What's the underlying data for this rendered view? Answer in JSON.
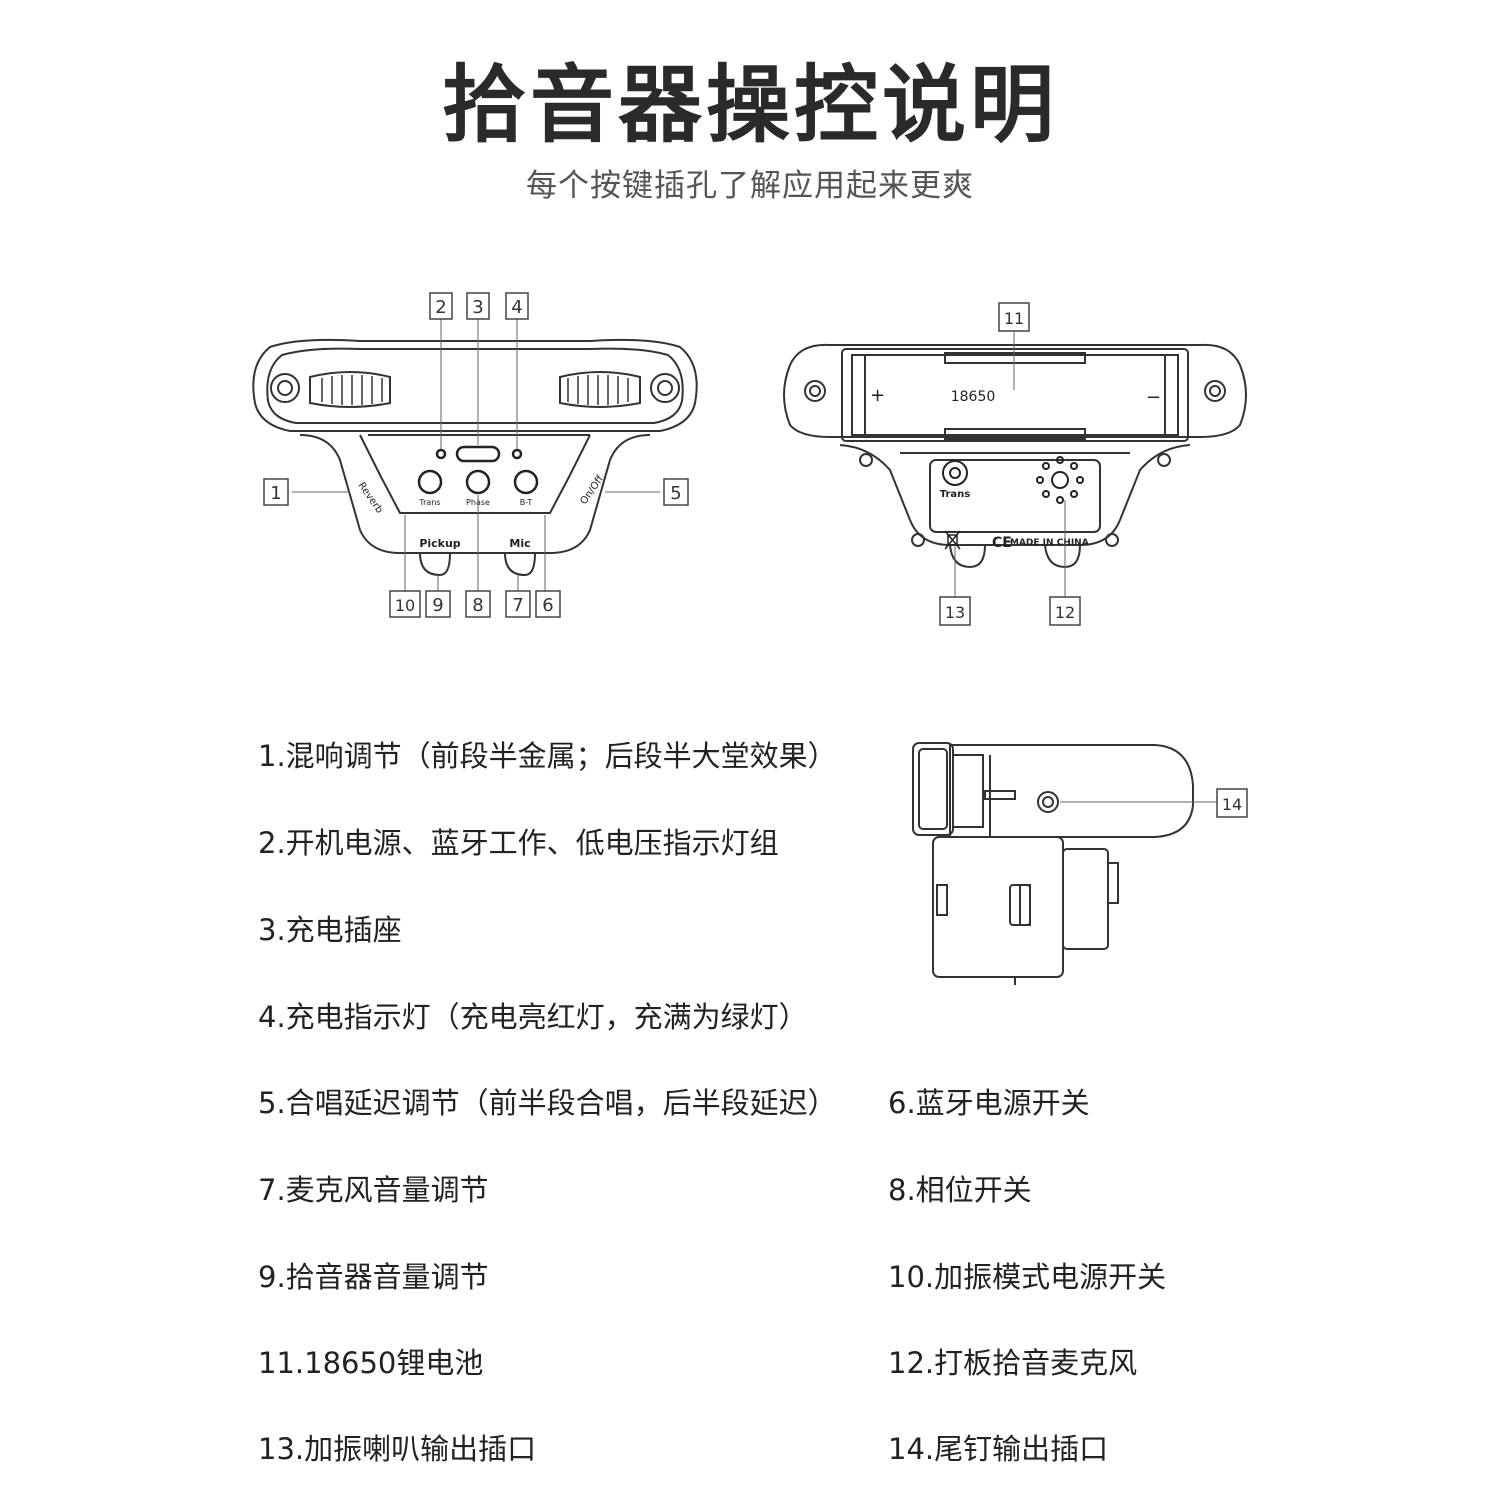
{
  "header": {
    "title": "拾音器操控说明",
    "subtitle": "每个按键插孔了解应用起来更爽"
  },
  "front_view": {
    "callouts": [
      "1",
      "2",
      "3",
      "4",
      "5",
      "6",
      "7",
      "8",
      "9",
      "10"
    ],
    "labels": {
      "reverb": "Reverb",
      "onoff": "On/Off",
      "trans": "Trans",
      "phase": "Phase",
      "bt": "B-T",
      "pickup": "Pickup",
      "mic": "Mic"
    }
  },
  "back_view": {
    "callouts": [
      "11",
      "12",
      "13"
    ],
    "labels": {
      "battery": "18650",
      "plus": "+",
      "minus": "−",
      "trans": "Trans",
      "made_in": "MADE IN CHINA",
      "ce": "CE"
    }
  },
  "side_view": {
    "callouts": [
      "14"
    ]
  },
  "specs": {
    "item1": "1.混响调节（前段半金属；后段半大堂效果）",
    "item2": "2.开机电源、蓝牙工作、低电压指示灯组",
    "item3": "3.充电插座",
    "item4": "4.充电指示灯（充电亮红灯，充满为绿灯）",
    "item5": "5.合唱延迟调节（前半段合唱，后半段延迟）",
    "item6": "6.蓝牙电源开关",
    "item7": "7.麦克风音量调节",
    "item8": "8.相位开关",
    "item9": "9.拾音器音量调节",
    "item10": "10.加振模式电源开关",
    "item11": "11.18650锂电池",
    "item12": "12.打板拾音麦克风",
    "item13": "13.加振喇叭输出插口",
    "item14": "14.尾钉输出插口"
  }
}
